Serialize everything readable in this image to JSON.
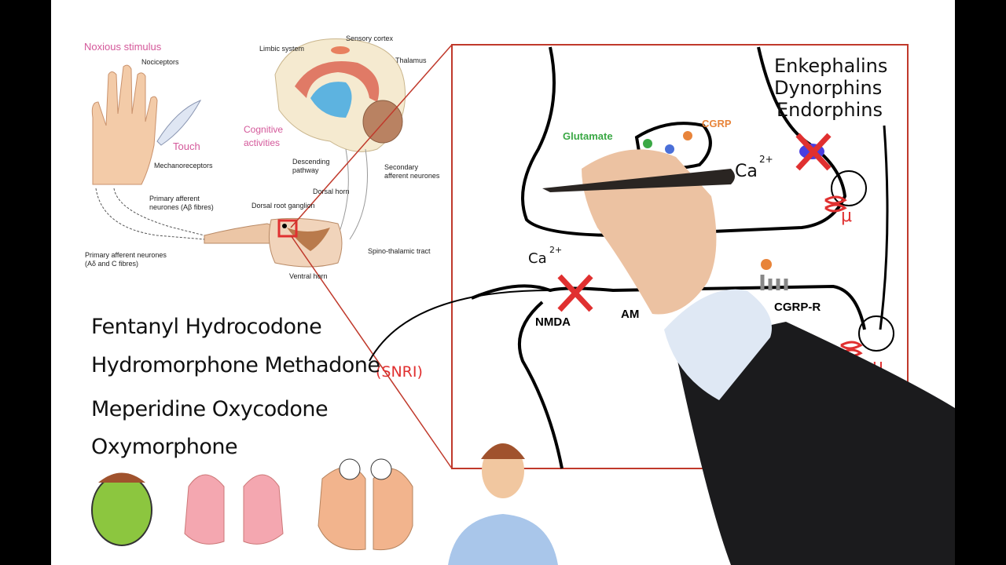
{
  "pain_pathway": {
    "noxious_stimulus": "Noxious stimulus",
    "nociceptors": "Nociceptors",
    "touch": "Touch",
    "mechanoreceptors": "Mechanoreceptors",
    "primary_ab": "Primary afferent",
    "primary_ab2": "neurones (Aβ fibres)",
    "primary_ad": "Primary afferent neurones",
    "primary_ad2": "(Aδ and C fibres)",
    "limbic": "Limbic system",
    "sensory_cortex": "Sensory cortex",
    "thalamus": "Thalamus",
    "cognitive": "Cognitive",
    "cognitive2": "activities",
    "descending": "Descending",
    "descending2": "pathway",
    "secondary": "Secondary",
    "secondary2": "afferent neurones",
    "dorsal_horn": "Dorsal horn",
    "drg": "Dorsal root ganglion",
    "spino": "Spino-thalamic tract",
    "ventral": "Ventral horn"
  },
  "synapse": {
    "glutamate": "Glutamate",
    "cgrp": "CGRP",
    "ca_top": "Ca",
    "ca_sup": "2+",
    "ca_left": "Ca",
    "ca_left_sup": "2+",
    "opioids": [
      "Enkephalins",
      "Dynorphins",
      "Endorphins"
    ],
    "mu": "μ",
    "nmda": "NMDA",
    "ampa": "AM",
    "cgrp_r": "CGRP-R",
    "snri": "(SNRI)"
  },
  "drugs": [
    "Fentanyl Hydrocodone",
    "Hydromorphone Methadone",
    "Meperidine Oxycodone",
    "Oxymorphone"
  ],
  "colors": {
    "red": "#e03030",
    "green": "#3aa845",
    "blue": "#4a6fd8",
    "orange": "#e8843a",
    "pink_label": "#d4589a",
    "frame": "#c0392b"
  }
}
